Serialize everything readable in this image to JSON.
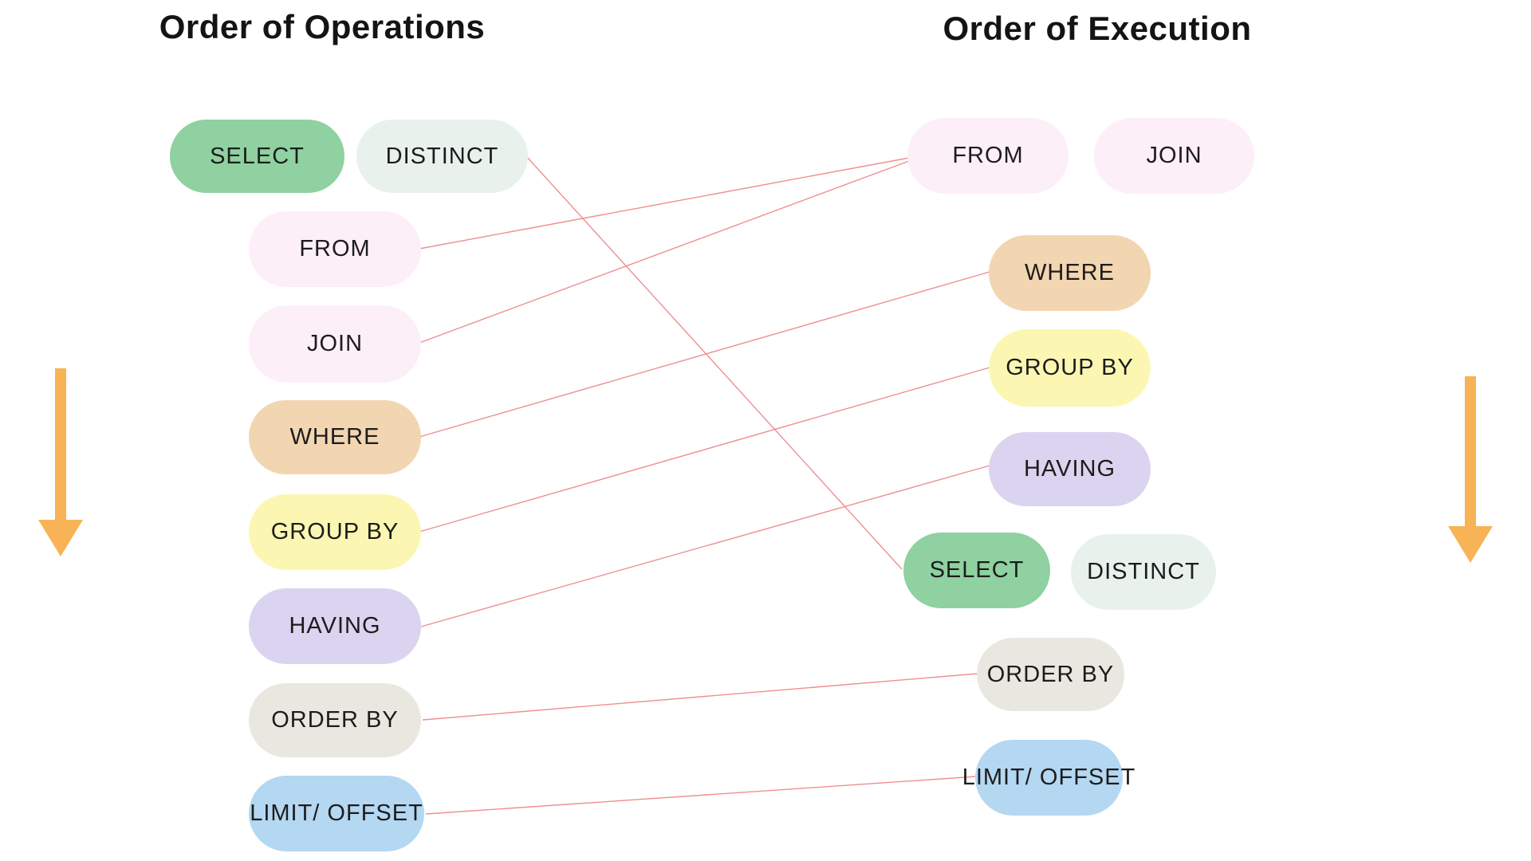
{
  "left_column": {
    "title": "Order of Operations",
    "pills": [
      "SELECT",
      "DISTINCT",
      "FROM",
      "JOIN",
      "WHERE",
      "GROUP BY",
      "HAVING",
      "ORDER BY",
      "LIMIT/ OFFSET"
    ]
  },
  "right_column": {
    "title": "Order of Execution",
    "pills": [
      "FROM",
      "JOIN",
      "WHERE",
      "GROUP BY",
      "HAVING",
      "SELECT",
      "DISTINCT",
      "ORDER BY",
      "LIMIT/ OFFSET"
    ]
  },
  "connections": [
    {
      "from": "FROM",
      "to": "FROM"
    },
    {
      "from": "JOIN",
      "to": "FROM"
    },
    {
      "from": "DISTINCT",
      "to": "SELECT"
    },
    {
      "from": "WHERE",
      "to": "WHERE"
    },
    {
      "from": "GROUP BY",
      "to": "GROUP BY"
    },
    {
      "from": "HAVING",
      "to": "HAVING"
    },
    {
      "from": "ORDER BY",
      "to": "ORDER BY"
    },
    {
      "from": "LIMIT/ OFFSET",
      "to": "LIMIT/ OFFSET"
    }
  ],
  "colors": {
    "select": "#8fd1a1",
    "distinct": "#e9f1ec",
    "from_join": "#fdeff7",
    "where": "#f2d5b1",
    "group_by": "#fbf7b3",
    "having": "#dbd4f0",
    "order_by": "#e9e8e0",
    "limit_offset": "#b4d7f2",
    "connector": "#ef8f8f",
    "arrow": "#f8b356",
    "title_text": "#141414"
  }
}
